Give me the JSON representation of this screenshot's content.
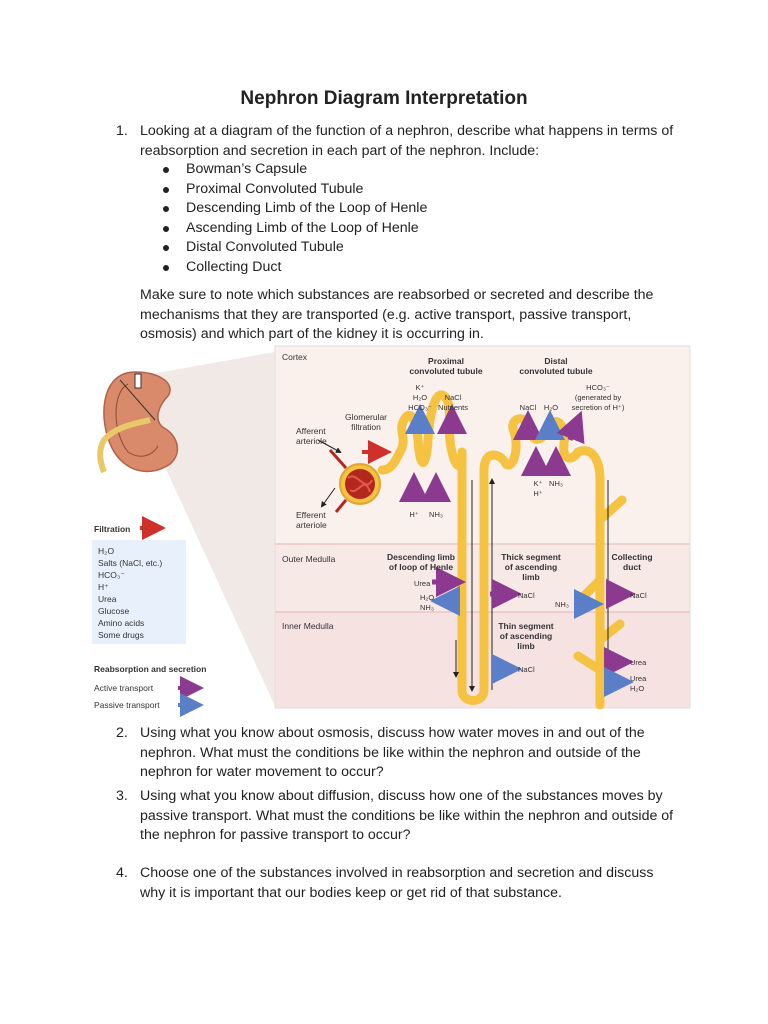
{
  "title": "Nephron Diagram Interpretation",
  "q1": {
    "num": "1.",
    "text": "Looking at a diagram of the function of a nephron, describe what happens in terms of reabsorption and secretion in each part of the nephron. Include:",
    "bullets": [
      "Bowman’s Capsule",
      "Proximal Convoluted Tubule",
      "Descending Limb of the Loop of Henle",
      "Ascending Limb of the Loop of Henle",
      "Distal Convoluted Tubule",
      "Collecting Duct"
    ],
    "note": "Make sure to note which substances are reabsorbed or secreted and describe the mechanisms that they are transported (e.g. active transport, passive transport, osmosis) and which part of the kidney it is occurring in."
  },
  "diagram": {
    "zones": {
      "cortex": "Cortex",
      "outer": "Outer Medulla",
      "inner": "Inner Medulla"
    },
    "pct": {
      "l1": "Proximal",
      "l2": "convoluted tubule"
    },
    "dct": {
      "l1": "Distal",
      "l2": "convoluted tubule"
    },
    "pct_out1": [
      "K⁺",
      "H₂O",
      "HCO₃⁻"
    ],
    "pct_out2": [
      "NaCl",
      "Nutrients"
    ],
    "dct_nacl": "NaCl",
    "dct_h2o": "H₂O",
    "hco3": {
      "l1": "HCO₃⁻",
      "l2": "(generated by",
      "l3": "secretion of H⁺)"
    },
    "glom": {
      "l1": "Glomerular",
      "l2": "filtration"
    },
    "afferent": {
      "l1": "Afferent",
      "l2": "arteriole"
    },
    "efferent": {
      "l1": "Efferent",
      "l2": "arteriole"
    },
    "pct_in": {
      "h": "H⁺",
      "nh3": "NH₃"
    },
    "dct_in": {
      "k": "K⁺",
      "nh3": "NH₃",
      "h": "H⁺"
    },
    "desc": {
      "l1": "Descending limb",
      "l2": "of loop of Henle"
    },
    "thick": {
      "l1": "Thick segment",
      "l2": "of ascending",
      "l3": "limb"
    },
    "collect": {
      "l1": "Collecting",
      "l2": "duct"
    },
    "desc_urea": "Urea",
    "desc_h2o": "H₂O",
    "desc_nh3": "NH₃",
    "thick_nacl": "NaCl",
    "thick_nh3": "NH₃",
    "cd_nacl": "NaCl",
    "thin": {
      "l1": "Thin segment",
      "l2": "of ascending",
      "l3": "limb"
    },
    "thin_nacl": "NaCl",
    "cd_urea1": "Urea",
    "cd_urea2": "Urea",
    "cd_h2o": "H₂O",
    "legend": {
      "filtration": "Filtration",
      "items": [
        "H₂O",
        "Salts (NaCl, etc.)",
        "HCO₃⁻",
        "H⁺",
        "Urea",
        "Glucose",
        "Amino acids",
        "Some drugs"
      ],
      "reab": "Reabsorption and secretion",
      "active": "Active transport",
      "passive": "Passive transport"
    },
    "colors": {
      "tubule": "#f5c242",
      "active": "#8b3a8f",
      "passive": "#5a7fc8",
      "filtration": "#d0302a",
      "kidney": "#d98a6a"
    }
  },
  "q2": {
    "num": "2.",
    "text": "Using what you know about osmosis, discuss how water moves in and out of the nephron. What must the conditions be like within the nephron and outside of the nephron for water movement to occur?"
  },
  "q3": {
    "num": "3.",
    "text": "Using what you know about diffusion, discuss how one of the substances moves by passive transport. What must the conditions be like within the nephron and outside of the nephron for passive transport to occur?"
  },
  "q4": {
    "num": "4.",
    "text": "Choose one of the substances involved in reabsorption and secretion and discuss why it is important that our bodies keep or get rid of that substance."
  }
}
